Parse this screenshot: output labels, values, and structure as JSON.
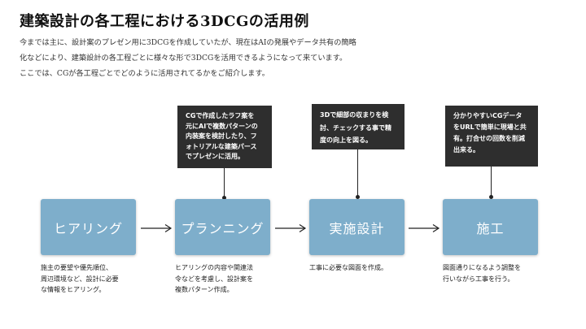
{
  "title": "建築設計の各工程における3DCGの活用例",
  "intro": [
    "今までは主に、設計案のプレゼン用に3DCGを作成していたが、現在はAIの発展やデータ共有の簡略",
    "化などにより、建築設計の各工程ごとに様々な形で3DCGを活用できるようになって来ています。",
    "ここでは、CGが各工程ごとでどのように活用されてるかをご紹介します。"
  ],
  "stages": [
    {
      "name": "ヒアリング",
      "description": "施主の要望や優先順位、\n周辺環境など、設計に必要\nな情報をヒアリング。"
    },
    {
      "name": "プランニング",
      "note": "CGで作成したラフ案を\n元にAIで複数パターンの\n内装案を検討したり、フ\nォトリアルな建築パース\nでプレゼンに活用。",
      "description": "ヒアリングの内容や関連法\n令などを考慮し、設計案を\n複数パターン作成。"
    },
    {
      "name": "実施設計",
      "note": "3Dで細部の収まりを検\n討、チェックする事で精\n度の向上を図る。",
      "description": "工事に必要な図面を作成。"
    },
    {
      "name": "施工",
      "note": "分かりやすいCGデータ\nをURLで簡単に現場と共\n有。打合せの回数を削減\n出来る。",
      "description": "図面通りになるよう調整を\n行いながら工事を行う。"
    }
  ],
  "colors": {
    "stage_fill": "#7eaecb",
    "note_fill": "#2e2e2e"
  }
}
